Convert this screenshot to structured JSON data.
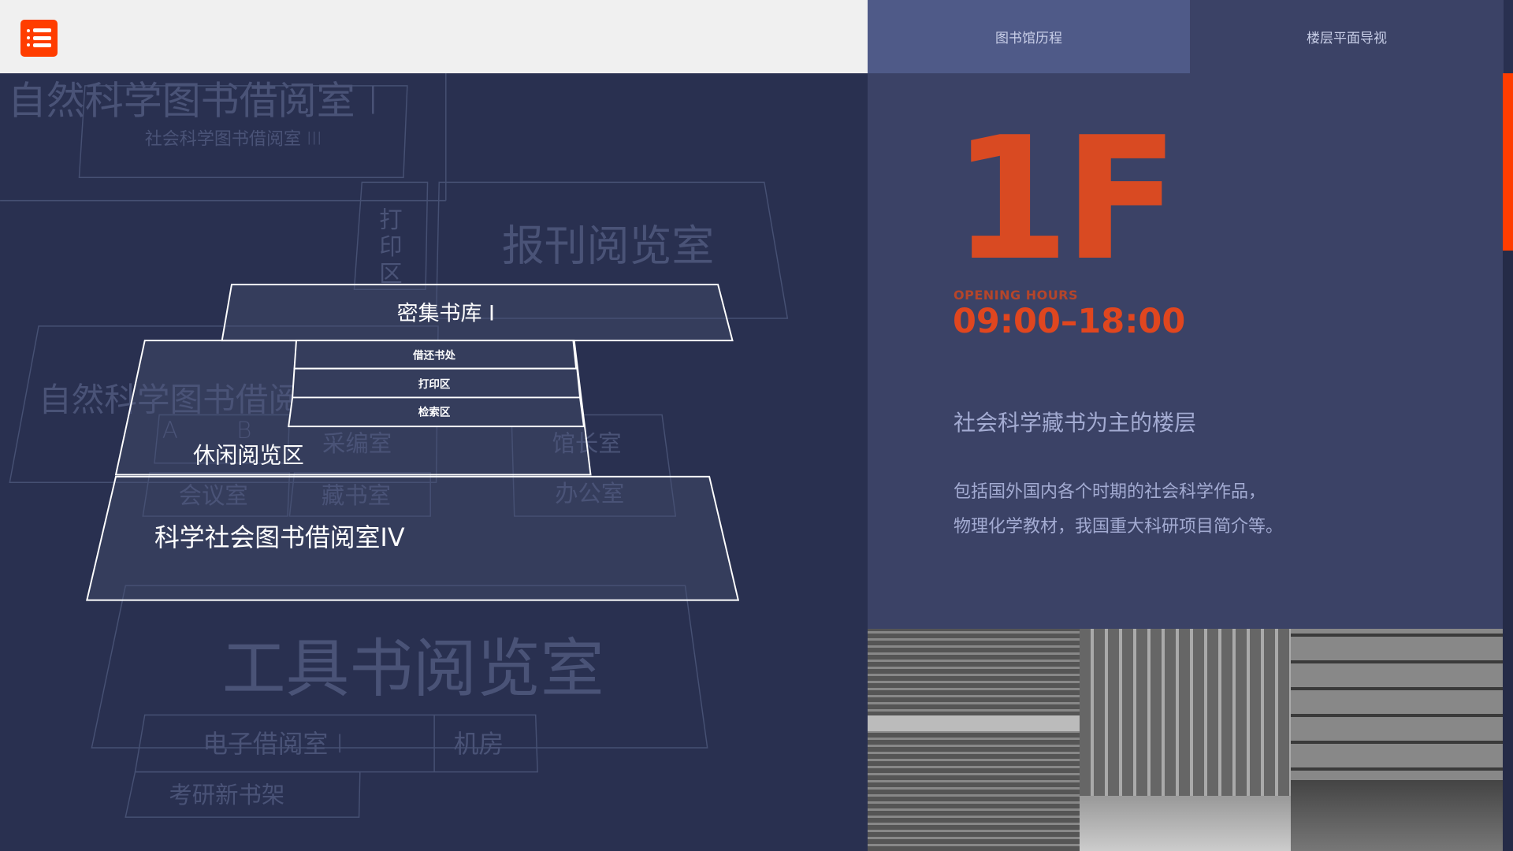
{
  "header": {
    "menu_icon": "list-menu-icon",
    "tabs": [
      {
        "label": "图书馆历程",
        "active": true
      },
      {
        "label": "楼层平面导视",
        "active": false
      }
    ]
  },
  "map": {
    "faint": {
      "nat1": "自然科学图书借阅室 I",
      "soc3": "社会科学图书借阅室 III",
      "print_v": [
        "打",
        "印",
        "区"
      ],
      "periodicals": "报刊阅览室",
      "nat2": "自然科学图书借阅室 II",
      "a": "A",
      "b": "B",
      "acq": "采编室",
      "director": "馆长室",
      "meeting": "会议室",
      "storage": "藏书室",
      "office": "办公室",
      "reference": "工具书阅览室",
      "ebook": "电子借阅室 I",
      "machine": "机房",
      "exam": "考研新书架"
    },
    "active": {
      "dense": "密集书库 I",
      "lending": "借还书处",
      "print": "打印区",
      "search": "检索区",
      "leisure": "休闲阅览区",
      "soc4": "科学社会图书借阅室IV"
    }
  },
  "panel": {
    "floor": "1F",
    "hours_label": "OPENING HOURS",
    "hours": "09:00–18:00",
    "subtitle": "社会科学藏书为主的楼层",
    "desc": [
      "包括国外国内各个时期的社会科学作品，",
      "物理化学教材，我国重大科研项目简介等。"
    ]
  },
  "colors": {
    "accent": "#ff3d00",
    "floor": "#d94a22",
    "panel": "#3b4266",
    "bg": "#293050"
  }
}
